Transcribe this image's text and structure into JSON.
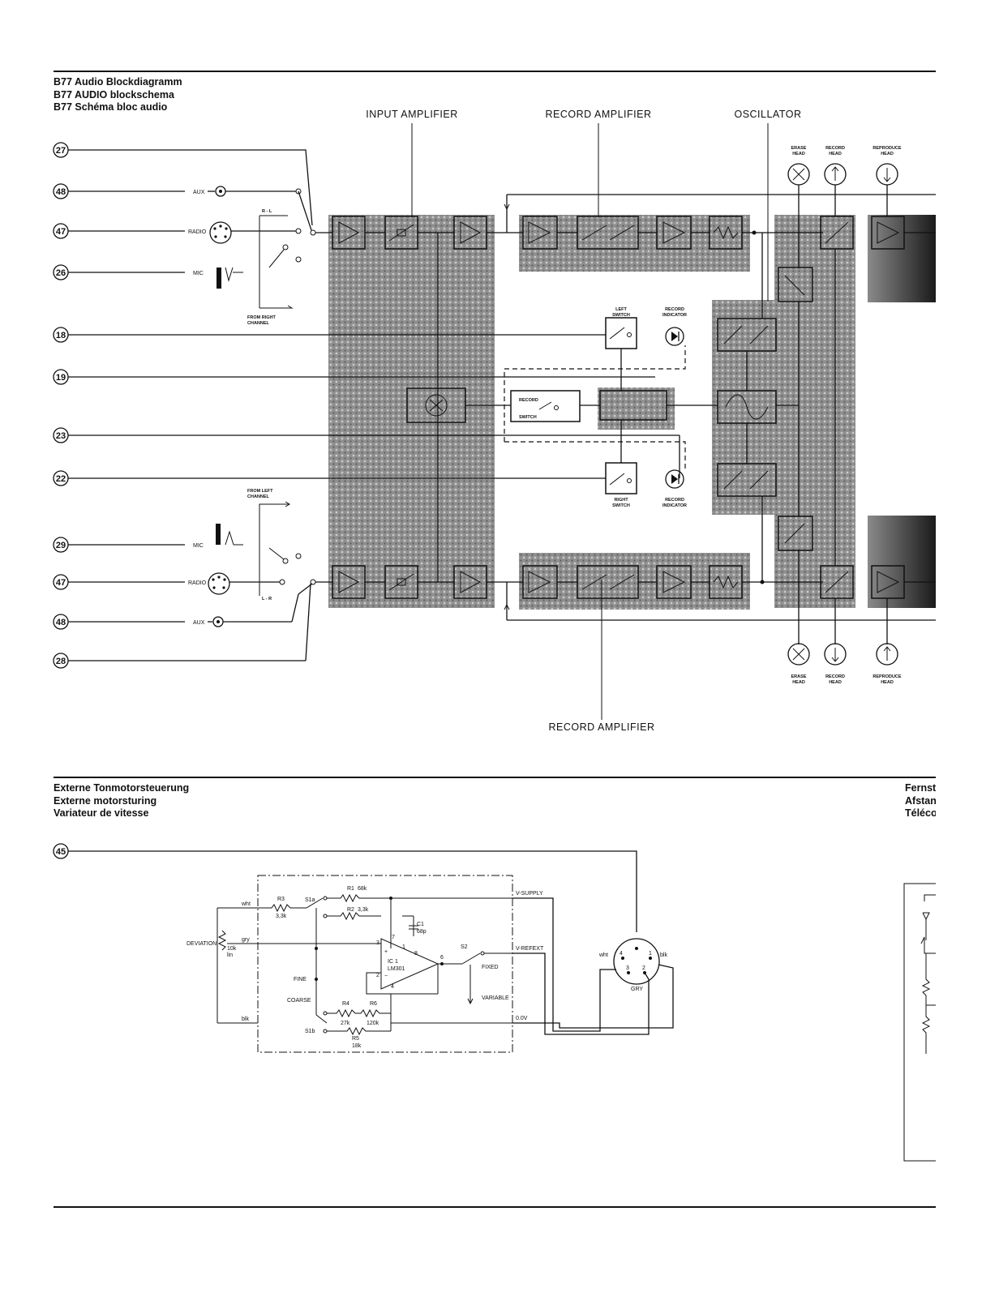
{
  "audio": {
    "titles": [
      "B77 Audio Blockdiagramm",
      "B77 AUDIO blockschema",
      "B77 Schéma bloc audio"
    ],
    "sections": {
      "input": "INPUT AMPLIFIER",
      "record_top": "RECORD AMPLIFIER",
      "oscillator": "OSCILLATOR",
      "record_bottom": "RECORD AMPLIFIER"
    },
    "pins_left": [
      "27",
      "48",
      "47",
      "26",
      "18",
      "19",
      "23",
      "22",
      "29",
      "47",
      "48",
      "28"
    ],
    "inputs": {
      "aux": "AUX",
      "radio": "RADIO",
      "mic": "MIC"
    },
    "switch_labels": {
      "r_l": "R - L",
      "l_r": "L - R"
    },
    "from_right": [
      "FROM RIGHT",
      "CHANNEL"
    ],
    "from_left": [
      "FROM LEFT",
      "CHANNEL"
    ],
    "left_switch": [
      "LEFT",
      "SWITCH"
    ],
    "right_switch": [
      "RIGHT",
      "SWITCH"
    ],
    "record_indicator": [
      "RECORD",
      "INDICATOR"
    ],
    "record_switch": [
      "RECORD",
      "SWITCH"
    ],
    "heads": {
      "erase": [
        "ERASE",
        "HEAD"
      ],
      "record": [
        "RECORD",
        "HEAD"
      ],
      "reproduce": [
        "REPRODUCE",
        "HEAD"
      ]
    }
  },
  "motor": {
    "titles": [
      "Externe Tonmotorsteuerung",
      "Externe motorsturing",
      "Variateur de vitesse"
    ],
    "pin": "45",
    "labels": {
      "wht": "wht",
      "gry": "gry",
      "blk": "blk",
      "deviation": "DEVIATION",
      "pot": [
        "10k",
        "lin"
      ],
      "r3": [
        "R3",
        "3,3k"
      ],
      "r1": [
        "R1",
        "68k"
      ],
      "r2": [
        "R2",
        "3,3k"
      ],
      "r4": [
        "R4",
        "27k"
      ],
      "r6": [
        "R6",
        "120k"
      ],
      "r5": [
        "R5",
        "18k"
      ],
      "s1a": "S1a",
      "s1b": "S1b",
      "s2": "S2",
      "fine": "FINE",
      "coarse": "COARSE",
      "c1": [
        "C1",
        "68p"
      ],
      "ic": [
        "IC 1",
        "LM301"
      ],
      "pin_nums": [
        "7",
        "3",
        "2",
        "4",
        "8",
        "1",
        "6"
      ],
      "vsupply": "V-SUPPLY",
      "vrefext": "V-REFEXT",
      "ov": "0.0V",
      "fixed": "FIXED",
      "variable": "VARIABLE",
      "conn": {
        "wht": "wht",
        "blk": "blk",
        "gry": "GRY",
        "n4": "4",
        "n1": "1",
        "n3": "3",
        "n2": "2"
      }
    }
  },
  "right_clip": {
    "titles": [
      "Fernst",
      "Afstan",
      "Téléco"
    ]
  },
  "colors": {
    "ink": "#111111",
    "shade": "#8a8a8a",
    "paper": "#ffffff"
  }
}
